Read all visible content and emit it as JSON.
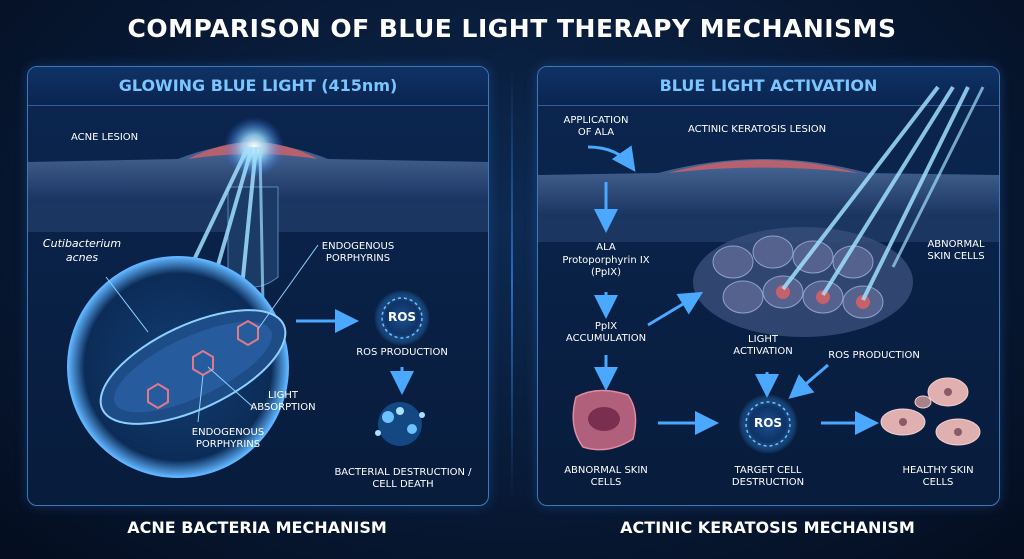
{
  "title": "COMPARISON OF BLUE LIGHT THERAPY MECHANISMS",
  "left_panel": {
    "heading": "GLOWING BLUE LIGHT (415nm)",
    "labels": {
      "acne_lesion": "ACNE LESION",
      "bacterium": "Cutibacterium acnes",
      "porphyrins_top": "ENDOGENOUS PORPHYRINS",
      "ros_badge": "ROS",
      "ros_production": "ROS PRODUCTION",
      "light_absorption": "LIGHT ABSORPTION",
      "porphyrins_bottom": "ENDOGENOUS PORPHYRINS",
      "destruction": "BACTERIAL DESTRUCTION / CELL DEATH"
    },
    "caption": "ACNE BACTERIA MECHANISM"
  },
  "right_panel": {
    "heading": "BLUE LIGHT ACTIVATION",
    "labels": {
      "application": "APPLICATION OF ALA",
      "ak_lesion": "ACTINIC KERATOSIS LESION",
      "ala": "ALA",
      "ppix": "Protoporphyrin IX (PpIX)",
      "abnormal_top": "ABNORMAL SKIN CELLS",
      "accumulation": "PpIX ACCUMULATION",
      "light_activation": "LIGHT ACTIVATION",
      "ros_production": "ROS PRODUCTION",
      "ros_badge": "ROS",
      "abnormal_bottom": "ABNORMAL SKIN CELLS",
      "target": "TARGET CELL DESTRUCTION",
      "healthy": "HEALTHY SKIN CELLS"
    },
    "caption": "ACTINIC KERATOSIS MECHANISM"
  },
  "colors": {
    "background": "#06142b",
    "panel_border": "#3f78b8",
    "heading_text": "#7cc6ff",
    "arrow": "#4aa8ff",
    "light_beam": "#9fe0ff",
    "lesion": "#c4616a",
    "skin_layer": "#2e4d78"
  }
}
